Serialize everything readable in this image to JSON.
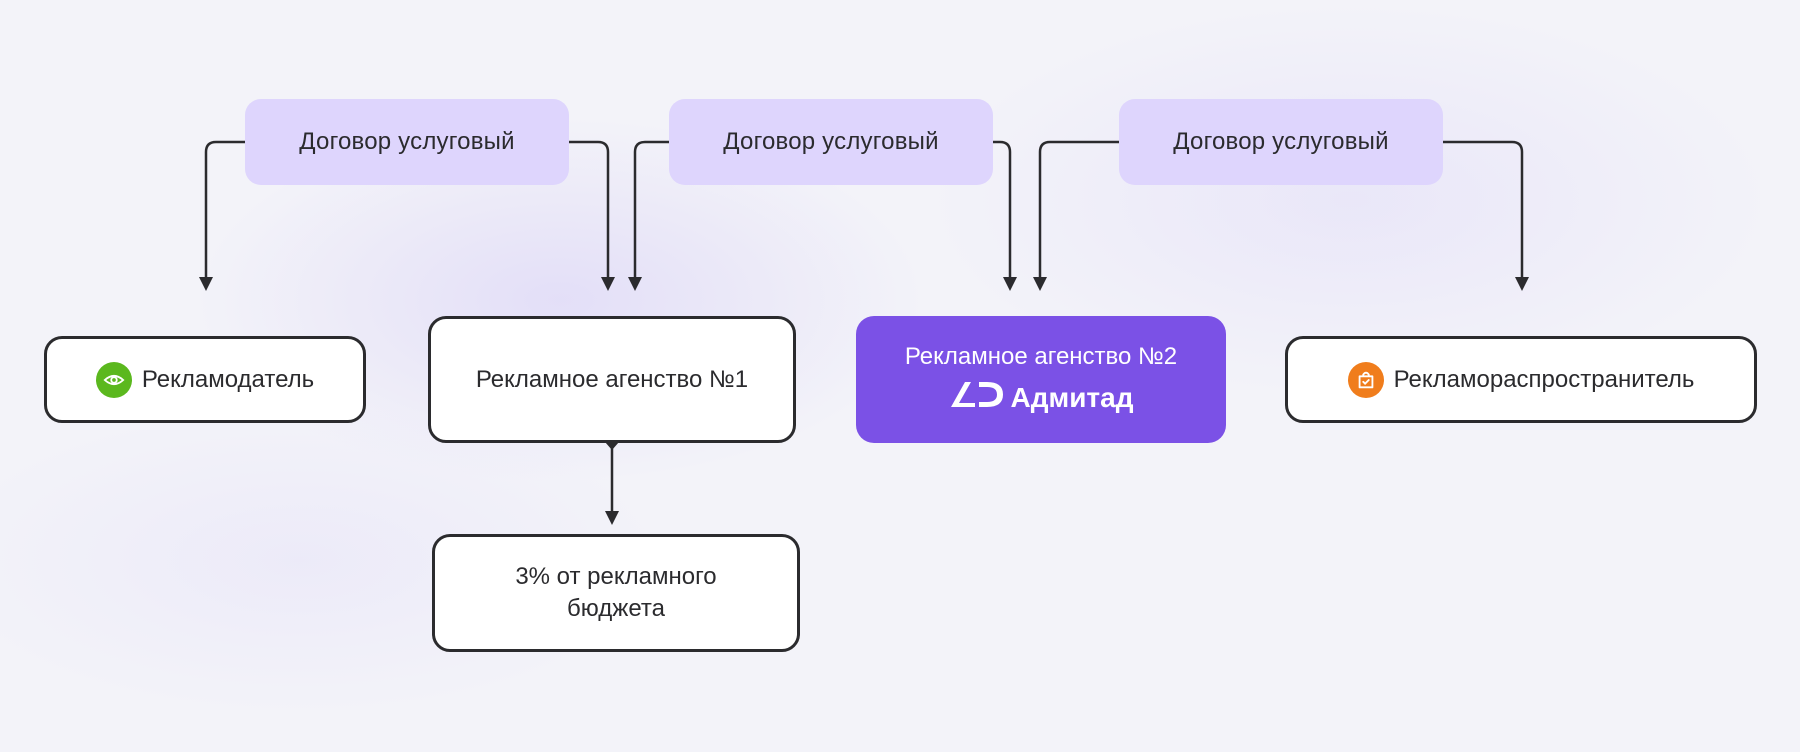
{
  "contracts": [
    {
      "label": "Договор услуговый"
    },
    {
      "label": "Договор услуговый"
    },
    {
      "label": "Договор услуговый"
    }
  ],
  "nodes": {
    "advertiser": {
      "label": "Рекламодатель",
      "icon": "eye-icon",
      "icon_color": "#5bb81e"
    },
    "agency1": {
      "label": "Рекламное агенство №1"
    },
    "agency2": {
      "label": "Рекламное агенство №2",
      "brand": "Адмитад",
      "brand_logo": "admitad-logo",
      "background": "#7b51e6"
    },
    "distributor": {
      "label": "Рекламораспространитель",
      "icon": "shopping-bag-icon",
      "icon_color": "#f07d1c"
    },
    "fee": {
      "label": "3% от рекламного бюджета"
    }
  },
  "colors": {
    "pill": "#ded5fd",
    "line": "#2b2b2e",
    "accent": "#7b51e6"
  }
}
